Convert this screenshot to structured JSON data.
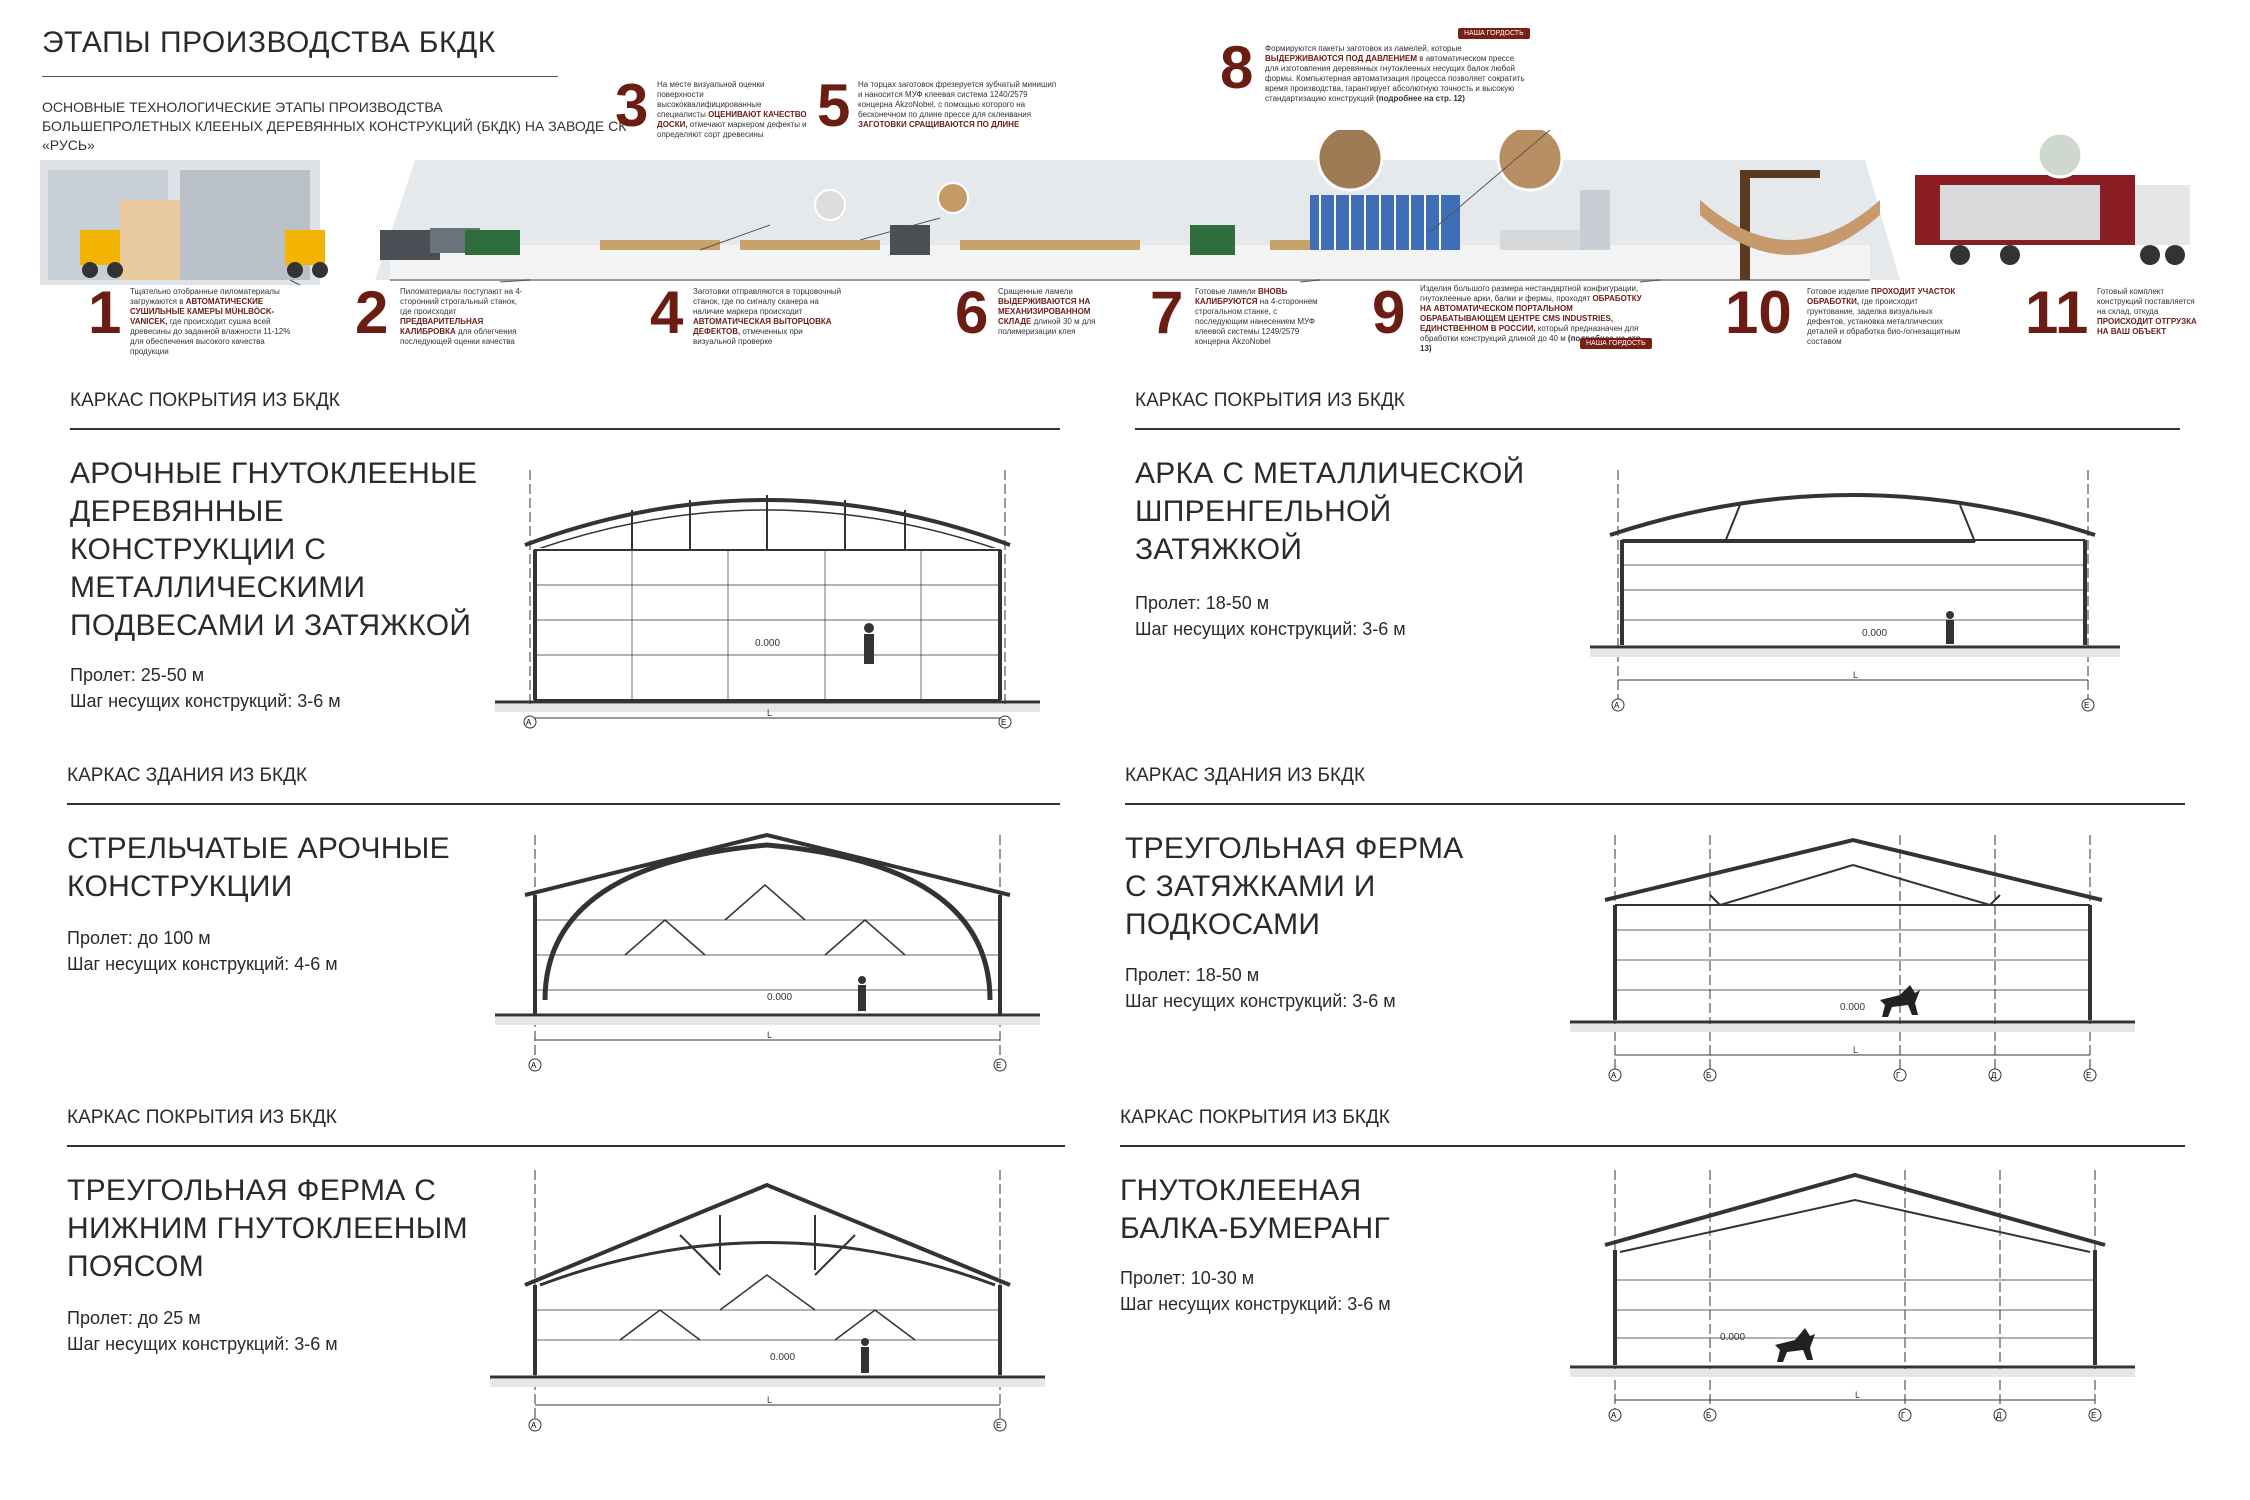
{
  "header": {
    "title": "ЭТАПЫ ПРОИЗВОДСТВА БКДК",
    "subtitle_line1": "ОСНОВНЫЕ ТЕХНОЛОГИЧЕСКИЕ ЭТАПЫ ПРОИЗВОДСТВА",
    "subtitle_line2": "БОЛЬШЕПРОЛЕТНЫХ КЛЕЕНЫХ ДЕРЕВЯННЫХ КОНСТРУКЦИЙ (БКДК) НА ЗАВОДЕ СК «РУСЬ»"
  },
  "steps": [
    {
      "num": "1",
      "text_a": "Тщательно отобранные пиломатериалы загружаются в ",
      "hl": "АВТОМАТИЧЕСКИЕ СУШИЛЬНЫЕ КАМЕРЫ MÜHLBÖCK-VANICEK,",
      "text_b": " где происходит сушка всей древесины до заданной влажности 11-12% для обеспечения высокого качества продукции"
    },
    {
      "num": "2",
      "text_a": "Пиломатериалы поступают на 4-сторонний строгальный станок, где происходит ",
      "hl": "ПРЕДВАРИТЕЛЬНАЯ КАЛИБРОВКА",
      "text_b": " для облегчения последующей оценки качества"
    },
    {
      "num": "3",
      "text_a": "На месте визуальной оценки поверхности высококвалифицированные специалисты ",
      "hl": "ОЦЕНИВАЮТ КАЧЕСТВО ДОСКИ,",
      "text_b": " отмечают маркером дефекты и определяют сорт древесины"
    },
    {
      "num": "4",
      "text_a": "Заготовки отправляются в торцовочный станок, где по сигналу сканера на наличие маркера происходит ",
      "hl": "АВТОМАТИЧЕСКАЯ ВЫТОРЦОВКА ДЕФЕКТОВ,",
      "text_b": " отмеченных при визуальной проверке"
    },
    {
      "num": "5",
      "text_a": "На торцах заготовок фрезеруется зубчатый минишип и наносится МУФ клеевая система 1240/2579 концерна AkzoNobel, с помощью которого на бесконечном по длине прессе для склеивания ",
      "hl": "ЗАГОТОВКИ СРАЩИВАЮТСЯ ПО ДЛИНЕ",
      "text_b": ""
    },
    {
      "num": "6",
      "text_a": "Сращенные ламели ",
      "hl": "ВЫДЕРЖИВАЮТСЯ НА МЕХАНИЗИРОВАННОМ СКЛАДЕ",
      "text_b": " длиной 30 м для полимеризации клея"
    },
    {
      "num": "7",
      "text_a": "Готовые ламели ",
      "hl": "ВНОВЬ КАЛИБРУЮТСЯ",
      "text_b": " на 4-стороннем строгальном станке, с последующим нанесением МУФ клеевой системы 1249/2579 концерна AkzoNobel"
    },
    {
      "num": "8",
      "text_a": "Формируются пакеты заготовок из ламелей, которые ",
      "hl": "ВЫДЕРЖИВАЮТСЯ ПОД ДАВЛЕНИЕМ",
      "text_b": " в автоматическом прессе для изготовления деревянных гнутоклееных несущих балок любой формы. Компьютерная автоматизация процесса позволяет сократить время производства, гарантирует абсолютную точность и высокую стандартизацию конструкций",
      "note": "(подробнее на стр. 12)",
      "badge": "НАША ГОРДОСТЬ"
    },
    {
      "num": "9",
      "text_a": "Изделия большого размера нестандартной конфигурации, гнутоклееные арки, балки и фермы, проходят ",
      "hl": "ОБРАБОТКУ НА АВТОМАТИЧЕСКОМ ПОРТАЛЬНОМ ОБРАБАТЫВАЮЩЕМ ЦЕНТРЕ CMS INDUSTRIES, ЕДИНСТВЕННОМ В РОССИИ,",
      "text_b": " который предназначен для обработки конструкций длиной до 40 м",
      "note": "(подробнее на стр. 13)",
      "badge": "НАША ГОРДОСТЬ"
    },
    {
      "num": "10",
      "text_a": "Готовое изделие ",
      "hl": "ПРОХОДИТ УЧАСТОК ОБРАБОТКИ,",
      "text_b": " где происходит грунтование, заделка визуальных дефектов, установка металлических деталей и обработка био-/огнезащитным составом"
    },
    {
      "num": "11",
      "text_a": "Готовый комплект конструкций поставляется на склад, откуда ",
      "hl": "ПРОИСХОДИТ ОТГРУЗКА НА ВАШ ОБЪЕКТ",
      "text_b": ""
    }
  ],
  "sections": [
    {
      "label": "КАРКАС ПОКРЫТИЯ ИЗ БКДК",
      "title": [
        "АРОЧНЫЕ ГНУТОКЛЕЕНЫЕ",
        "ДЕРЕВЯННЫЕ",
        "КОНСТРУКЦИИ С",
        "МЕТАЛЛИЧЕСКИМИ",
        "ПОДВЕСАМИ И ЗАТЯЖКОЙ"
      ],
      "span": "Пролет: 25-50 м",
      "pitch": "Шаг несущих конструкций: 3-6 м",
      "level": "0.000",
      "axes": [
        "А",
        "Е"
      ],
      "L": "L"
    },
    {
      "label": "КАРКАС ПОКРЫТИЯ ИЗ БКДК",
      "title": [
        "АРКА С МЕТАЛЛИЧЕСКОЙ",
        "ШПРЕНГЕЛЬНОЙ",
        "ЗАТЯЖКОЙ"
      ],
      "span": "Пролет: 18-50 м",
      "pitch": "Шаг несущих конструкций: 3-6 м",
      "level": "0.000",
      "axes": [
        "А",
        "Е"
      ],
      "L": "L"
    },
    {
      "label": "КАРКАС ЗДАНИЯ ИЗ БКДК",
      "title": [
        "СТРЕЛЬЧАТЫЕ АРОЧНЫЕ",
        "КОНСТРУКЦИИ"
      ],
      "span": "Пролет: до 100 м",
      "pitch": "Шаг несущих конструкций: 4-6 м",
      "level": "0.000",
      "axes": [
        "А",
        "Е"
      ],
      "L": "L"
    },
    {
      "label": "КАРКАС ЗДАНИЯ ИЗ БКДК",
      "title": [
        "ТРЕУГОЛЬНАЯ ФЕРМА",
        "С ЗАТЯЖКАМИ И",
        "ПОДКОСАМИ"
      ],
      "span": "Пролет: 18-50 м",
      "pitch": "Шаг несущих конструкций: 3-6 м",
      "level": "0.000",
      "axes": [
        "А",
        "Б",
        "Г",
        "Д",
        "Е"
      ],
      "L": "L"
    },
    {
      "label": "КАРКАС ПОКРЫТИЯ ИЗ БКДК",
      "title": [
        "ТРЕУГОЛЬНАЯ ФЕРМА С",
        "НИЖНИМ ГНУТОКЛЕЕНЫМ",
        "ПОЯСОМ"
      ],
      "span": "Пролет: до 25 м",
      "pitch": "Шаг несущих конструкций: 3-6 м",
      "level": "0.000",
      "axes": [
        "А",
        "Е"
      ],
      "L": "L"
    },
    {
      "label": "КАРКАС ПОКРЫТИЯ ИЗ БКДК",
      "title": [
        "ГНУТОКЛЕЕНАЯ",
        "БАЛКА-БУМЕРАНГ"
      ],
      "span": "Пролет: 10-30 м",
      "pitch": "Шаг несущих конструкций: 3-6 м",
      "level": "0.000",
      "axes": [
        "А",
        "Б",
        "Г",
        "Д",
        "Е"
      ],
      "L": "L"
    }
  ],
  "colors": {
    "accent": "#6b1d14",
    "truck": "#8a1c24",
    "line": "#333333"
  }
}
